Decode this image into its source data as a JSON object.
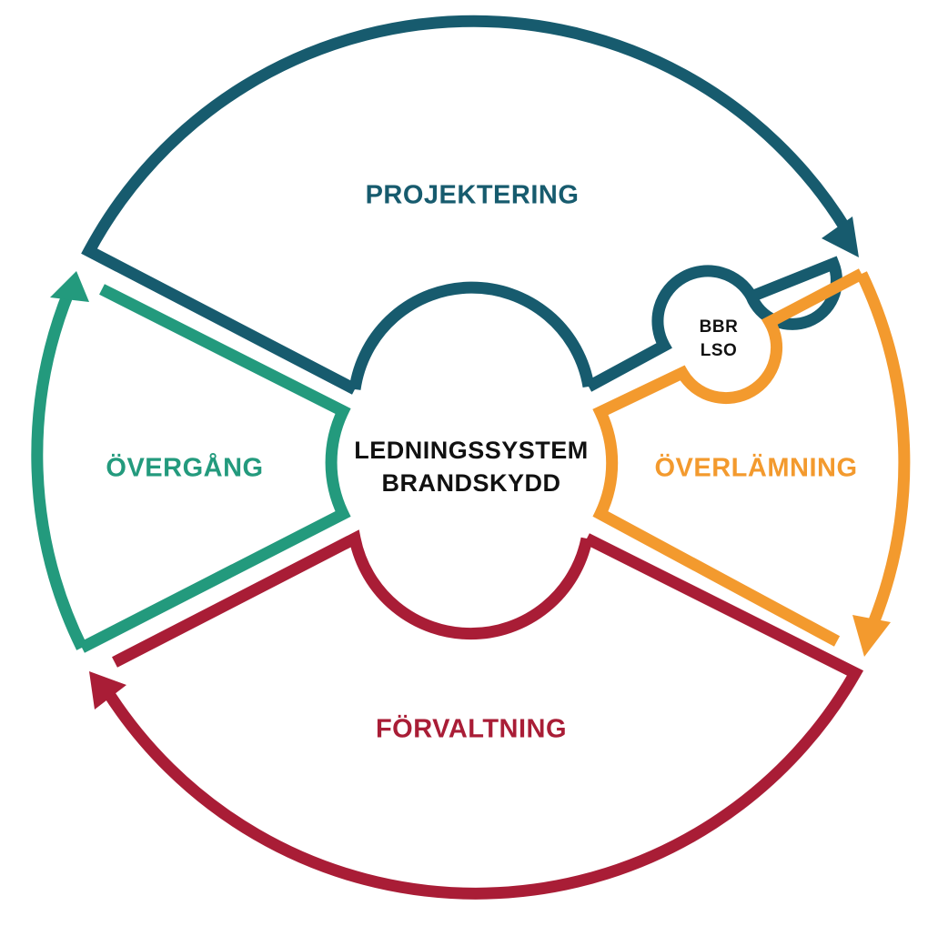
{
  "diagram": {
    "center": {
      "line1": "LEDNINGSSYSTEM",
      "line2": "BRANDSKYDD"
    },
    "regulations": {
      "line1": "BBR",
      "line2": "LSO"
    },
    "phases": [
      {
        "id": "projektering",
        "label": "PROJEKTERING",
        "color": "#175b6e"
      },
      {
        "id": "overlamning",
        "label": "ÖVERLÄMNING",
        "color": "#f39a2e"
      },
      {
        "id": "forvaltning",
        "label": "FÖRVALTNING",
        "color": "#a91d36"
      },
      {
        "id": "overgang",
        "label": "ÖVERGÅNG",
        "color": "#239a7d"
      }
    ]
  }
}
